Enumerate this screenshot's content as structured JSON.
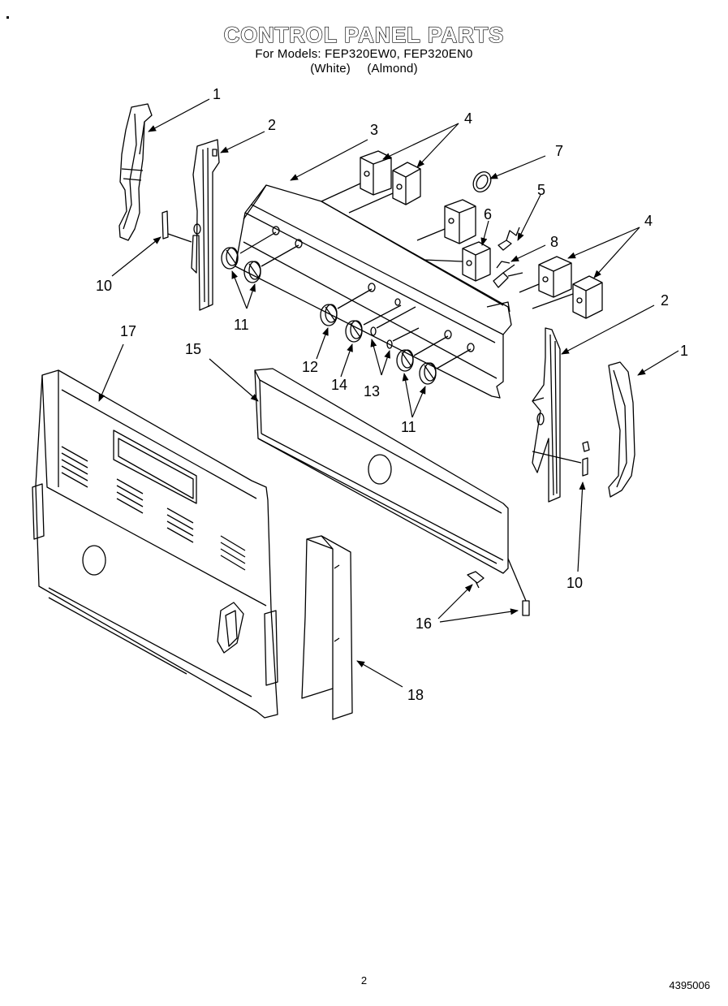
{
  "header": {
    "title": "CONTROL PANEL PARTS",
    "models_line": "For Models: FEP320EW0, FEP320EN0",
    "color_white": "(White)",
    "color_almond": "(Almond)"
  },
  "callouts": {
    "c1a": "1",
    "c1b": "1",
    "c2a": "2",
    "c2b": "2",
    "c3": "3",
    "c4a": "4",
    "c4b": "4",
    "c5": "5",
    "c6": "6",
    "c7": "7",
    "c8": "8",
    "c10a": "10",
    "c10b": "10",
    "c11a": "11",
    "c11b": "11",
    "c12": "12",
    "c13": "13",
    "c14": "14",
    "c15": "15",
    "c16": "16",
    "c17": "17",
    "c18": "18"
  },
  "footer": {
    "page": "2",
    "doc_code": "4395006"
  }
}
